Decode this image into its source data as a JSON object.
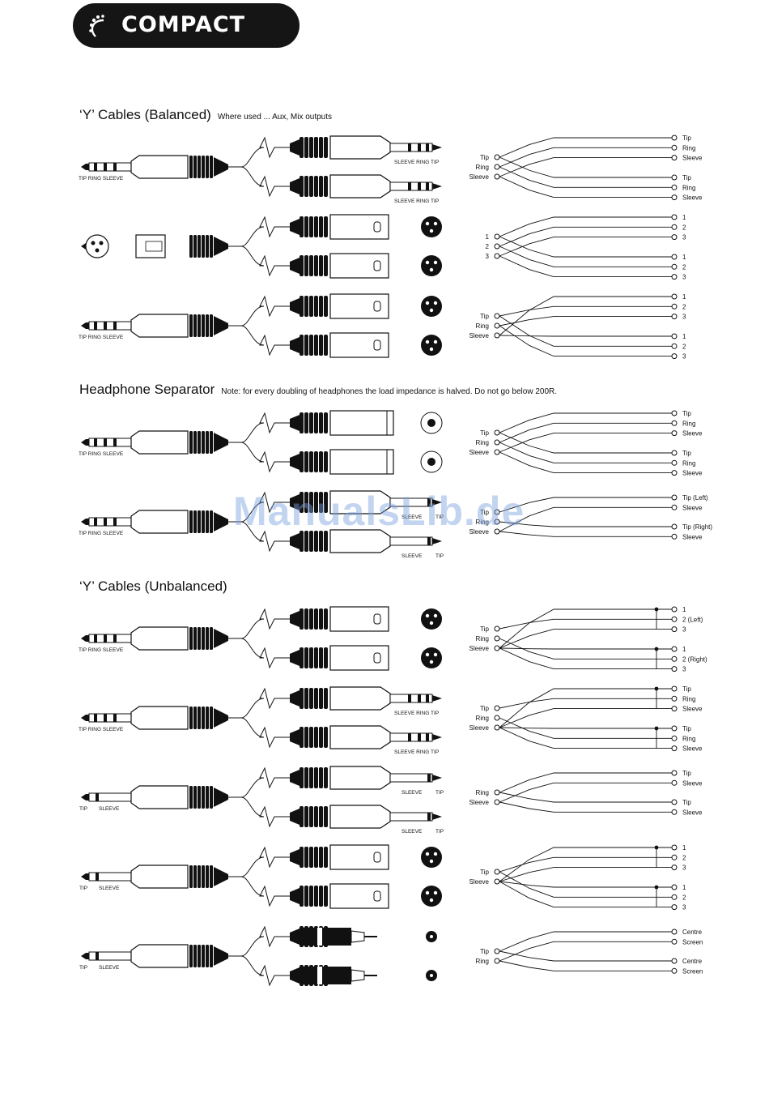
{
  "logo": {
    "text": "COMPACT"
  },
  "watermark": "ManualsLib.de",
  "sections": [
    {
      "title": "‘Y’ Cables (Balanced)",
      "note": "Where used ... Aux, Mix outputs"
    },
    {
      "title": "Headphone Separator",
      "note": "Note: for every doubling of headphones the load impedance is halved.  Do not go below 200R."
    },
    {
      "title": "‘Y’ Cables (Unbalanced)",
      "note": ""
    }
  ],
  "rows": [
    {
      "left": "trs",
      "outputs": [
        "trs",
        "trs"
      ],
      "face": "none",
      "in": [
        "Tip",
        "Ring",
        "Sleeve"
      ],
      "out": [
        [
          "Tip",
          "Ring",
          "Sleeve"
        ],
        [
          "Tip",
          "Ring",
          "Sleeve"
        ]
      ],
      "wiring": "straight",
      "bridge": [
        false,
        false
      ]
    },
    {
      "left": "xlrf",
      "outputs": [
        "xlrm",
        "xlrm"
      ],
      "face": "xlr",
      "in": [
        "1",
        "2",
        "3"
      ],
      "out": [
        [
          "1",
          "2",
          "3"
        ],
        [
          "1",
          "2",
          "3"
        ]
      ],
      "wiring": "straight",
      "bridge": [
        false,
        false
      ]
    },
    {
      "left": "trs",
      "outputs": [
        "xlrm",
        "xlrm"
      ],
      "face": "xlr",
      "in": [
        "Tip",
        "Ring",
        "Sleeve"
      ],
      "out": [
        [
          "1",
          "2",
          "3"
        ],
        [
          "1",
          "2",
          "3"
        ]
      ],
      "wiring": "tipring2",
      "bridge": [
        false,
        false
      ]
    },
    {
      "left": "trs",
      "outputs": [
        "trsf",
        "trsf"
      ],
      "face": "trsf",
      "in": [
        "Tip",
        "Ring",
        "Sleeve"
      ],
      "out": [
        [
          "Tip",
          "Ring",
          "Sleeve"
        ],
        [
          "Tip",
          "Ring",
          "Sleeve"
        ]
      ],
      "wiring": "straight",
      "bridge": [
        false,
        false
      ]
    },
    {
      "left": "trs",
      "outputs": [
        "ts",
        "ts"
      ],
      "face": "none",
      "in": [
        "Tip",
        "Ring",
        "Sleeve"
      ],
      "out": [
        [
          "Tip (Left)",
          "Sleeve"
        ],
        [
          "Tip (Right)",
          "Sleeve"
        ]
      ],
      "wiring": "lr",
      "bridge": [
        false,
        false
      ]
    },
    {
      "left": "trs",
      "outputs": [
        "xlrm",
        "xlrm"
      ],
      "face": "xlr",
      "in": [
        "Tip",
        "Ring",
        "Sleeve"
      ],
      "out": [
        [
          "1",
          "2 (Left)",
          "3"
        ],
        [
          "1",
          "2 (Right)",
          "3"
        ]
      ],
      "wiring": "lr",
      "bridge": [
        true,
        true
      ]
    },
    {
      "left": "trs",
      "outputs": [
        "trs",
        "trs"
      ],
      "face": "none",
      "in": [
        "Tip",
        "Ring",
        "Sleeve"
      ],
      "out": [
        [
          "Tip",
          "Ring",
          "Sleeve"
        ],
        [
          "Tip",
          "Ring",
          "Sleeve"
        ]
      ],
      "wiring": "lrtrs",
      "bridge": [
        true,
        true
      ]
    },
    {
      "left": "ts",
      "outputs": [
        "ts",
        "ts"
      ],
      "face": "none",
      "in": [
        "Ring",
        "Sleeve"
      ],
      "out": [
        [
          "Tip",
          "Sleeve"
        ],
        [
          "Tip",
          "Sleeve"
        ]
      ],
      "wiring": "straight",
      "bridge": [
        false,
        false
      ]
    },
    {
      "left": "ts",
      "outputs": [
        "xlrm",
        "xlrm"
      ],
      "face": "xlr",
      "in": [
        "Tip",
        "Sleeve"
      ],
      "out": [
        [
          "1",
          "2",
          "3"
        ],
        [
          "1",
          "2",
          "3"
        ]
      ],
      "wiring": "unbalxlr",
      "bridge": [
        true,
        true
      ]
    },
    {
      "left": "ts",
      "outputs": [
        "rca",
        "rca"
      ],
      "face": "rca",
      "in": [
        "Tip",
        "Ring"
      ],
      "out": [
        [
          "Centre",
          "Screen"
        ],
        [
          "Centre",
          "Screen"
        ]
      ],
      "wiring": "straight",
      "bridge": [
        false,
        false
      ]
    }
  ],
  "labels": {
    "trs_plug": "TIP RING SLEEVE",
    "ts_tip": "TIP",
    "ts_sleeve": "SLEEVE",
    "trs_out": "SLEEVE RING TIP",
    "ts_out_sleeve": "SLEEVE",
    "ts_out_tip": "TIP"
  }
}
